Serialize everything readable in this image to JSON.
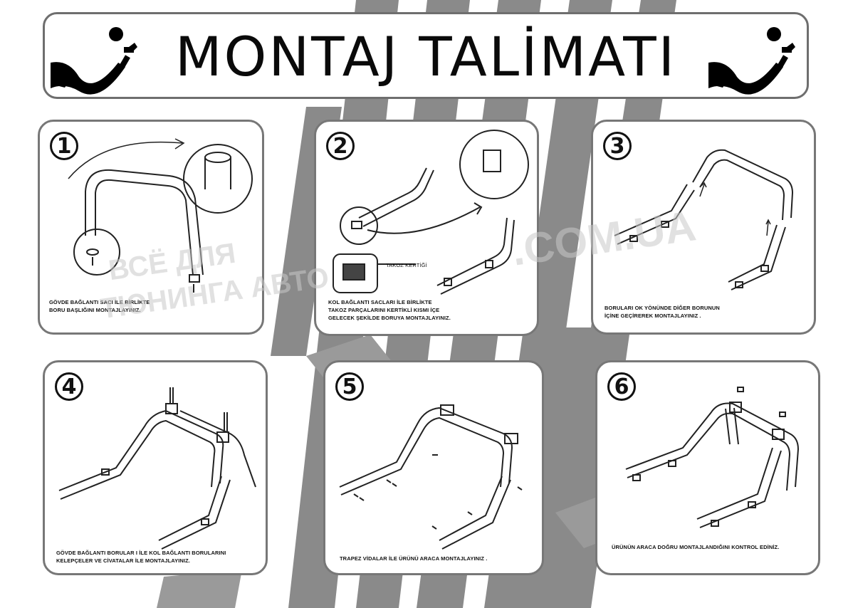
{
  "banner": {
    "title": "MONTAJ TALİMATI"
  },
  "watermark": {
    "line1": "ВСЁ ДЛЯ",
    "line2": "ТЮНИНГА АВТО",
    "site": ".COM.UA"
  },
  "steps": [
    {
      "number": "1",
      "caption_1": "GÖVDE BAĞLANTI SACI  İLE BİRLİKTE",
      "caption_2": "BORU BAŞLIĞINI  MONTAJLAYINIZ."
    },
    {
      "number": "2",
      "label": "TAKOZ KERTİĞİ",
      "caption_1": "KOL BAĞLANTI SACLARI  İLE BİRLİKTE",
      "caption_2": "TAKOZ PARÇALARINI KERTİKLİ KISMI İÇE",
      "caption_3": "GELECEK ŞEKİLDE  BORUYA MONTAJLAYINIZ."
    },
    {
      "number": "3",
      "caption_1": "BORULARI OK YÖNÜNDE DİĞER BORUNUN",
      "caption_2": "İÇİNE GEÇİREREK   MONTAJLAYINIZ ."
    },
    {
      "number": "4",
      "caption_1": "GÖVDE BAĞLANTI BORULAR I İLE KOL BAĞLANTI BORULARINI",
      "caption_2": "KELEPÇELER VE CİVATALAR  İLE MONTAJLAYINIZ."
    },
    {
      "number": "5",
      "caption_1": "TRAPEZ VİDALAR İLE ÜRÜNÜ  ARACA MONTAJLAYINIZ ."
    },
    {
      "number": "6",
      "caption_1": "ÜRÜNÜN ARACA DOĞRU MONTAJLANDIĞINI KONTROL EDİNİZ."
    }
  ]
}
